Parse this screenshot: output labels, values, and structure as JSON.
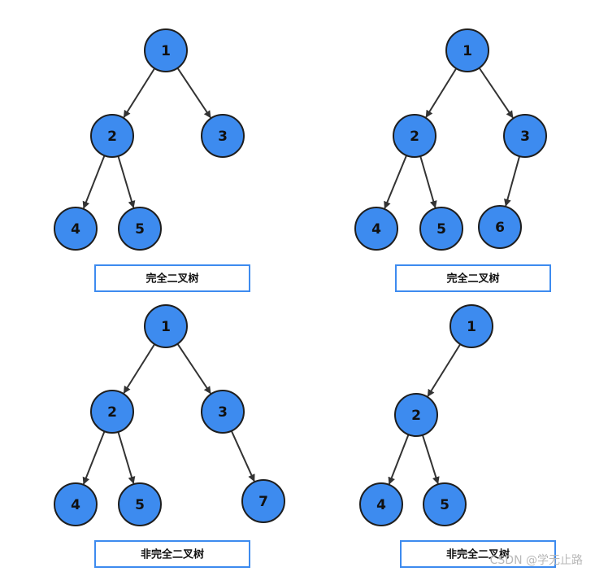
{
  "colors": {
    "node_fill": "#3d8bef",
    "node_stroke": "#1e1e1e",
    "edge": "#333333",
    "caption_border": "#3d8bef",
    "watermark": "#b8b8b8"
  },
  "trees": [
    {
      "caption": "完全二叉树",
      "nodes": [
        {
          "id": "1",
          "label": "1"
        },
        {
          "id": "2",
          "label": "2"
        },
        {
          "id": "3",
          "label": "3"
        },
        {
          "id": "4",
          "label": "4"
        },
        {
          "id": "5",
          "label": "5"
        }
      ],
      "edges": [
        [
          "1",
          "2"
        ],
        [
          "1",
          "3"
        ],
        [
          "2",
          "4"
        ],
        [
          "2",
          "5"
        ]
      ]
    },
    {
      "caption": "完全二叉树",
      "nodes": [
        {
          "id": "1",
          "label": "1"
        },
        {
          "id": "2",
          "label": "2"
        },
        {
          "id": "3",
          "label": "3"
        },
        {
          "id": "4",
          "label": "4"
        },
        {
          "id": "5",
          "label": "5"
        },
        {
          "id": "6",
          "label": "6"
        }
      ],
      "edges": [
        [
          "1",
          "2"
        ],
        [
          "1",
          "3"
        ],
        [
          "2",
          "4"
        ],
        [
          "2",
          "5"
        ],
        [
          "3",
          "6"
        ]
      ]
    },
    {
      "caption": "非完全二叉树",
      "nodes": [
        {
          "id": "1",
          "label": "1"
        },
        {
          "id": "2",
          "label": "2"
        },
        {
          "id": "3",
          "label": "3"
        },
        {
          "id": "4",
          "label": "4"
        },
        {
          "id": "5",
          "label": "5"
        },
        {
          "id": "7",
          "label": "7"
        }
      ],
      "edges": [
        [
          "1",
          "2"
        ],
        [
          "1",
          "3"
        ],
        [
          "2",
          "4"
        ],
        [
          "2",
          "5"
        ],
        [
          "3",
          "7"
        ]
      ]
    },
    {
      "caption": "非完全二叉树",
      "nodes": [
        {
          "id": "1",
          "label": "1"
        },
        {
          "id": "2",
          "label": "2"
        },
        {
          "id": "4",
          "label": "4"
        },
        {
          "id": "5",
          "label": "5"
        }
      ],
      "edges": [
        [
          "1",
          "2"
        ],
        [
          "2",
          "4"
        ],
        [
          "2",
          "5"
        ]
      ]
    }
  ],
  "watermark": "CSDN @学无止路"
}
